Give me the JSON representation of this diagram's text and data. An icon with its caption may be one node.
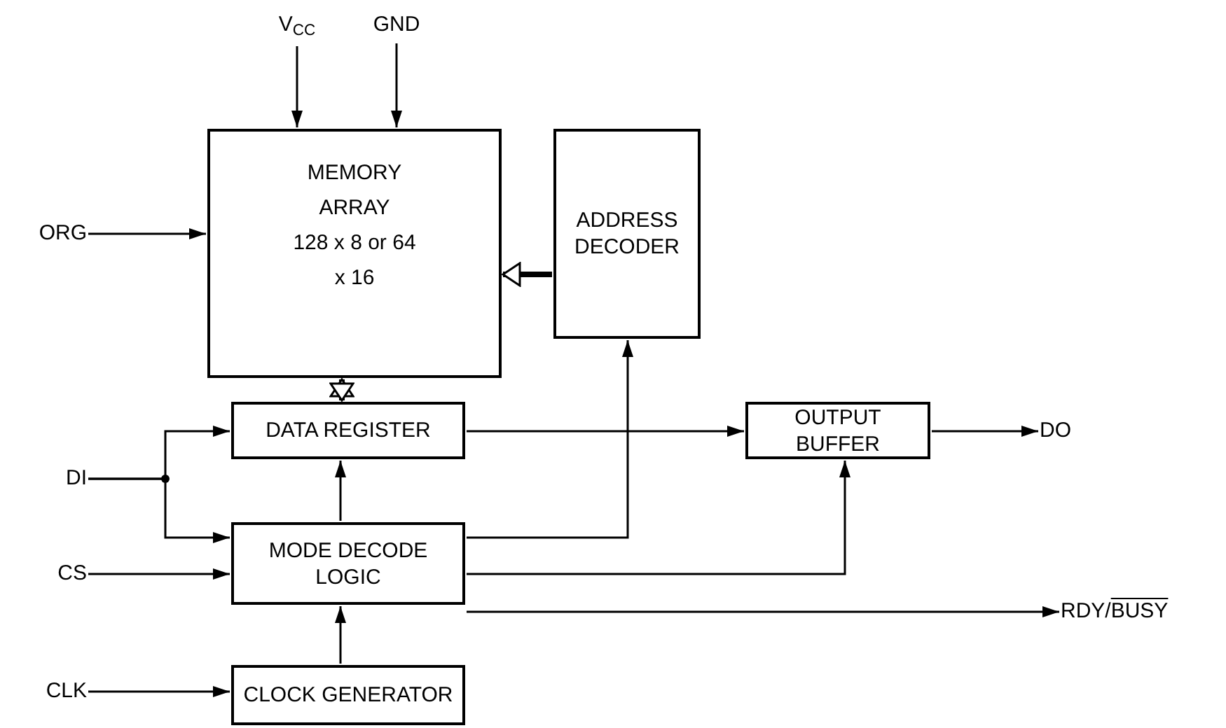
{
  "diagram": {
    "nodes": [
      {
        "text": [
          "V$_{CC}$"
        ]
      },
      {
        "text": [
          "GND"
        ]
      },
      {
        "text": [
          "MEMORY ARRAY",
          "128 x 8 or 64 x 16"
        ]
      },
      {
        "text": [
          "ADDRESS DECODER"
        ]
      },
      {
        "text": [
          "ORG"
        ]
      },
      {
        "text": [
          "DATA REGISTER"
        ]
      },
      {
        "text": [
          "OUTPUT BUFFER"
        ]
      },
      {
        "text": [
          "DO"
        ]
      },
      {
        "text": [
          "DI"
        ]
      },
      {
        "text": [
          "MODE DECODE LOGIC"
        ]
      },
      {
        "text": [
          "CS"
        ]
      },
      {
        "text": [
          "RDY/",
          "BUSY"
        ]
      },
      {
        "text": [
          "CLK"
        ]
      },
      {
        "text": [
          "CLOCK GENERATOR"
        ]
      }
    ],
    "edges": [
      {
        "from": 0,
        "to": 2,
        "arrow": "to"
      },
      {
        "from": 1,
        "to": 2,
        "arrow": "to"
      },
      {
        "from": 4,
        "to": 2,
        "arrow": "to"
      },
      {
        "from": 3,
        "to": 2,
        "arrow": "to",
        "style": "thick"
      },
      {
        "from": 2,
        "to": 5,
        "arrow": "both",
        "style": "thick"
      },
      {
        "from": 8,
        "to": 5,
        "arrow": "to"
      },
      {
        "from": 8,
        "to": 9,
        "arrow": "to"
      },
      {
        "from": 5,
        "to": 6,
        "arrow": "to"
      },
      {
        "from": 6,
        "to": 7,
        "arrow": "to"
      },
      {
        "from": 9,
        "to": 5,
        "arrow": "to"
      },
      {
        "from": 9,
        "to": 3,
        "arrow": "to"
      },
      {
        "from": 9,
        "to": 6,
        "arrow": "to"
      },
      {
        "from": 9,
        "to": 11,
        "arrow": "to"
      },
      {
        "from": 10,
        "to": 9,
        "arrow": "to"
      },
      {
        "from": 12,
        "to": 13,
        "arrow": "to"
      },
      {
        "from": 13,
        "to": 9,
        "arrow": "to"
      }
    ]
  }
}
